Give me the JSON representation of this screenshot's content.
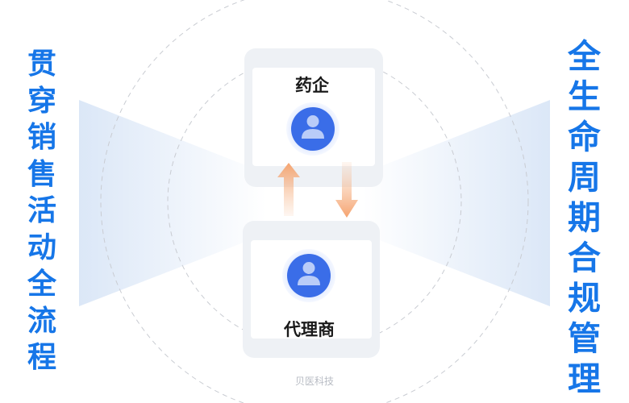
{
  "left_title": "贯穿销售活动全流程",
  "right_title": "全生命周期合规管理",
  "top_node": {
    "label": "药企",
    "icon": "user-avatar-icon"
  },
  "bottom_node": {
    "label": "代理商",
    "icon": "user-avatar-icon"
  },
  "arrows": [
    {
      "from": "代理商",
      "to": "药企"
    },
    {
      "from": "药企",
      "to": "代理商"
    }
  ],
  "watermark": "贝医科技",
  "colors": {
    "title": "#1676e8",
    "avatar": "#3a6de8",
    "arrow": "#f7ad7e",
    "card": "#eef1f5",
    "beam": "#e3edfa"
  }
}
